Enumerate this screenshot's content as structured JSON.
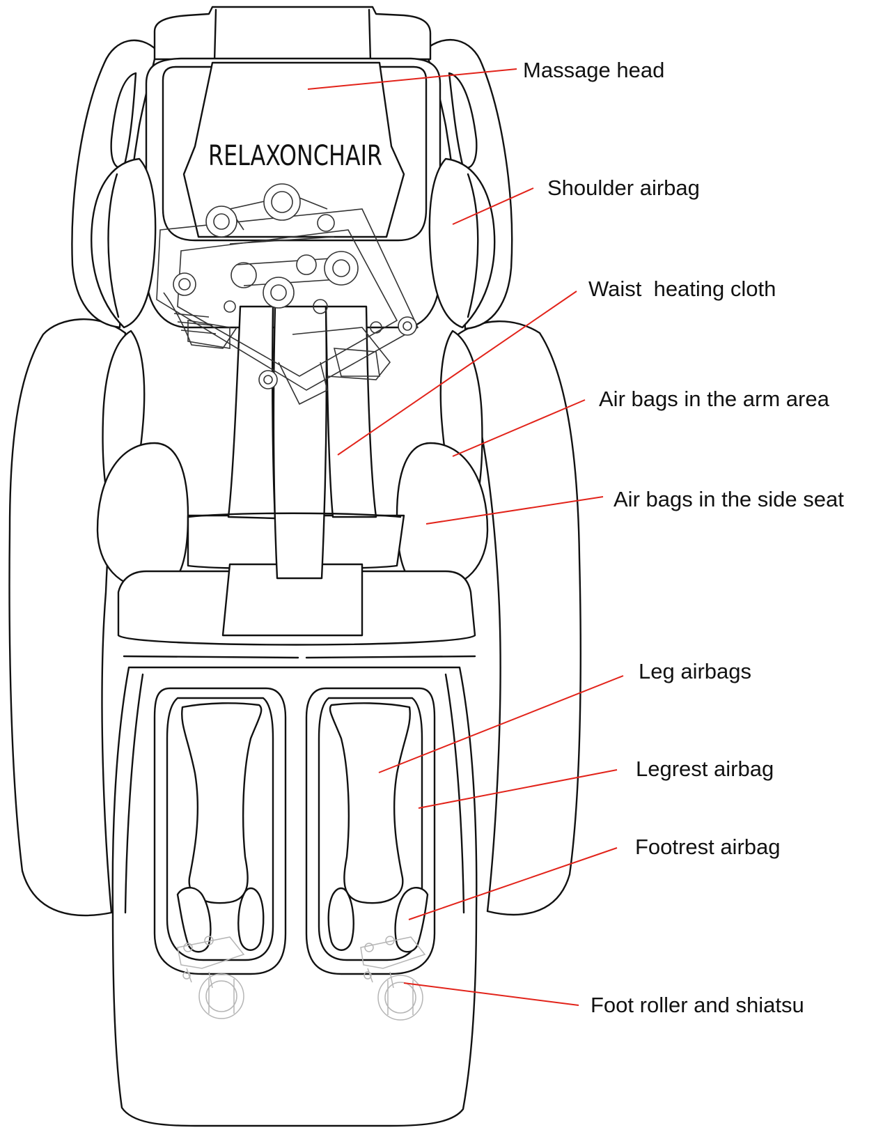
{
  "diagram": {
    "brand": "RELAXONCHAIR",
    "labels": [
      {
        "id": "massage-head",
        "text": "Massage head"
      },
      {
        "id": "shoulder-airbag",
        "text": "Shoulder airbag"
      },
      {
        "id": "waist-heating-cloth",
        "text": "Waist  heating cloth"
      },
      {
        "id": "arm-airbags",
        "text": "Air bags in the arm area"
      },
      {
        "id": "side-seat-airbags",
        "text": "Air bags in the side seat"
      },
      {
        "id": "leg-airbags",
        "text": "Leg airbags"
      },
      {
        "id": "legrest-airbag",
        "text": "Legrest airbag"
      },
      {
        "id": "footrest-airbag",
        "text": "Footrest airbag"
      },
      {
        "id": "foot-roller",
        "text": "Foot roller and shiatsu"
      }
    ],
    "colors": {
      "leader": "#e2231a",
      "outline": "#111111",
      "foot_mechanism": "#b5b5b5"
    }
  }
}
